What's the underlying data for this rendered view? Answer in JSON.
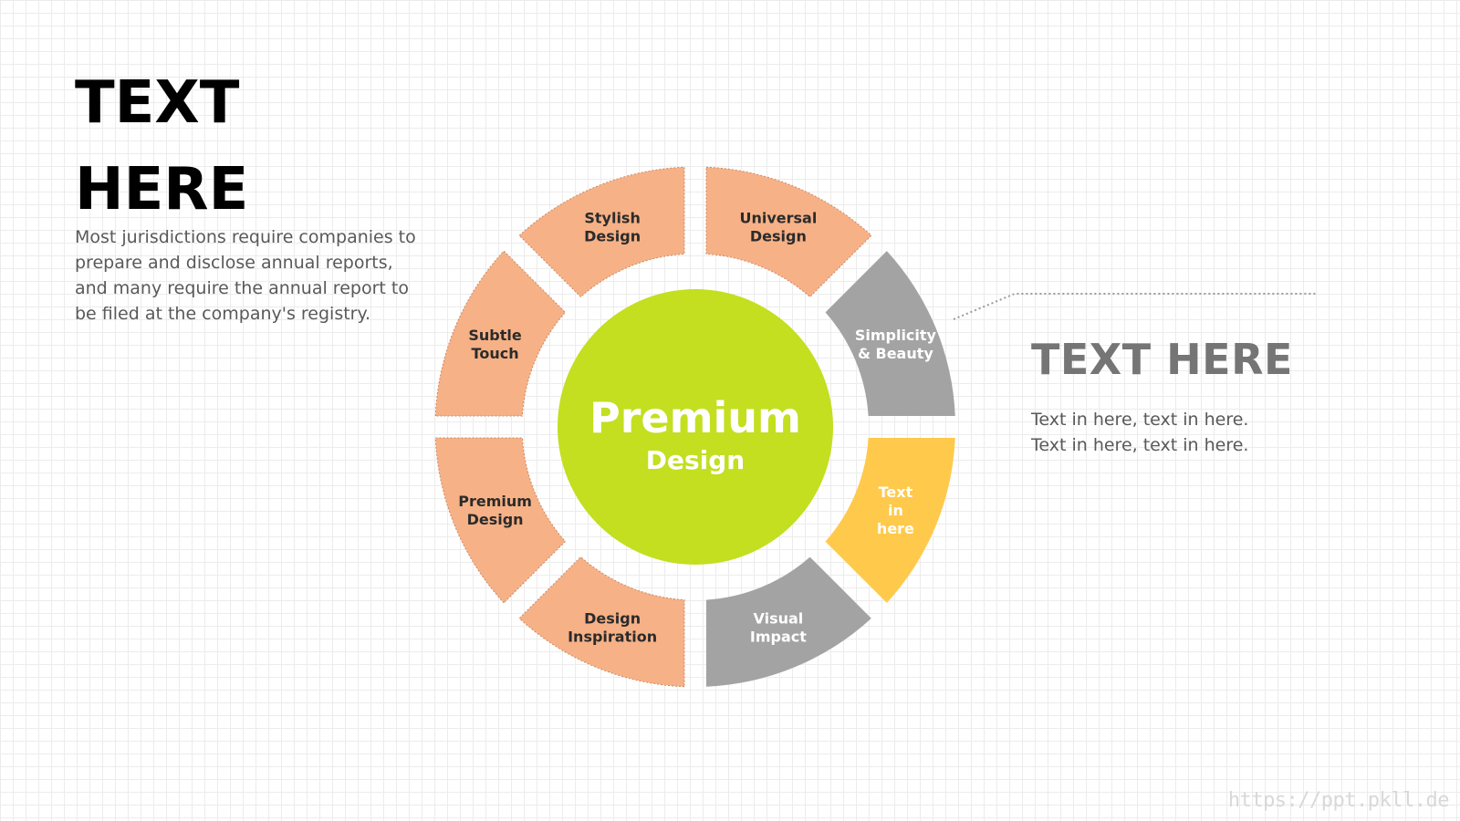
{
  "left": {
    "title_line1": "TEXT",
    "title_line2": "HERE",
    "body": "Most jurisdictions require companies to prepare and disclose annual reports, and many require the annual report to be filed at the company's registry."
  },
  "right": {
    "title": "TEXT HERE",
    "body_line1": "Text in here, text in here.",
    "body_line2": "Text in here, text in here."
  },
  "center": {
    "line1": "Premium",
    "line2": "Design",
    "color": "#c3df1f"
  },
  "colors": {
    "orange": "#f6b186",
    "gray": "#a3a3a3",
    "yellow": "#ffc94b",
    "label_dark": "#2b2b2b",
    "label_light": "#ffffff",
    "connector": "#9a9a9a"
  },
  "segments": [
    {
      "id": "universal-design",
      "lines": [
        "Universal",
        "Design"
      ],
      "fill": "orange"
    },
    {
      "id": "simplicity-beauty",
      "lines": [
        "Simplicity",
        "& Beauty"
      ],
      "fill": "gray"
    },
    {
      "id": "text-in-here",
      "lines": [
        "Text",
        "in",
        "here"
      ],
      "fill": "yellow"
    },
    {
      "id": "visual-impact",
      "lines": [
        "Visual",
        "Impact"
      ],
      "fill": "gray"
    },
    {
      "id": "design-inspiration",
      "lines": [
        "Design",
        "Inspiration"
      ],
      "fill": "orange"
    },
    {
      "id": "premium-design",
      "lines": [
        "Premium",
        "Design"
      ],
      "fill": "orange"
    },
    {
      "id": "subtle-touch",
      "lines": [
        "Subtle",
        "Touch"
      ],
      "fill": "orange"
    },
    {
      "id": "stylish-design",
      "lines": [
        "Stylish",
        "Design"
      ],
      "fill": "orange"
    }
  ],
  "watermark": "https://ppt.pkll.de"
}
